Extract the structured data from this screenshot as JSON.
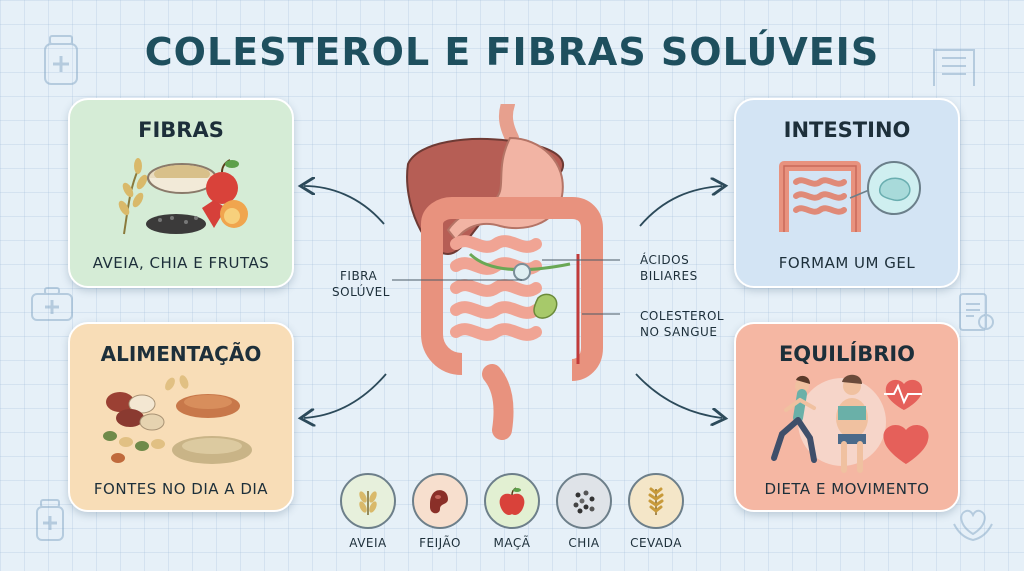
{
  "title": "COLESTEROL E FIBRAS SOLÚVEIS",
  "cards": {
    "fibras": {
      "title": "FIBRAS",
      "caption": "AVEIA, CHIA E FRUTAS",
      "color": "#d5ecd6"
    },
    "intestino": {
      "title": "INTESTINO",
      "caption": "FORMAM UM GEL",
      "color": "#d3e4f4"
    },
    "alimentacao": {
      "title": "ALIMENTAÇÃO",
      "caption": "FONTES NO DIA A DIA",
      "color": "#f8ddb7"
    },
    "equilibrio": {
      "title": "EQUILÍBRIO",
      "caption": "DIETA E MOVIMENTO",
      "color": "#f5b7a3"
    }
  },
  "labels": {
    "fibra_line1": "FIBRA",
    "fibra_line2": "SOLÚVEL",
    "acidos_line1": "ÁCIDOS",
    "acidos_line2": "BILIARES",
    "colesterol_line1": "COLESTEROL",
    "colesterol_line2": "NO SANGUE"
  },
  "foods": [
    {
      "name": "AVEIA",
      "icon": "oat-icon"
    },
    {
      "name": "FEIJÃO",
      "icon": "bean-icon"
    },
    {
      "name": "MAÇÃ",
      "icon": "apple-icon"
    },
    {
      "name": "CHIA",
      "icon": "chia-icon"
    },
    {
      "name": "CEVADA",
      "icon": "barley-icon"
    }
  ],
  "colors": {
    "title": "#1e4f5e",
    "arrow": "#2c4a5a",
    "organ": "#f0a494",
    "liver": "#b65e55"
  }
}
